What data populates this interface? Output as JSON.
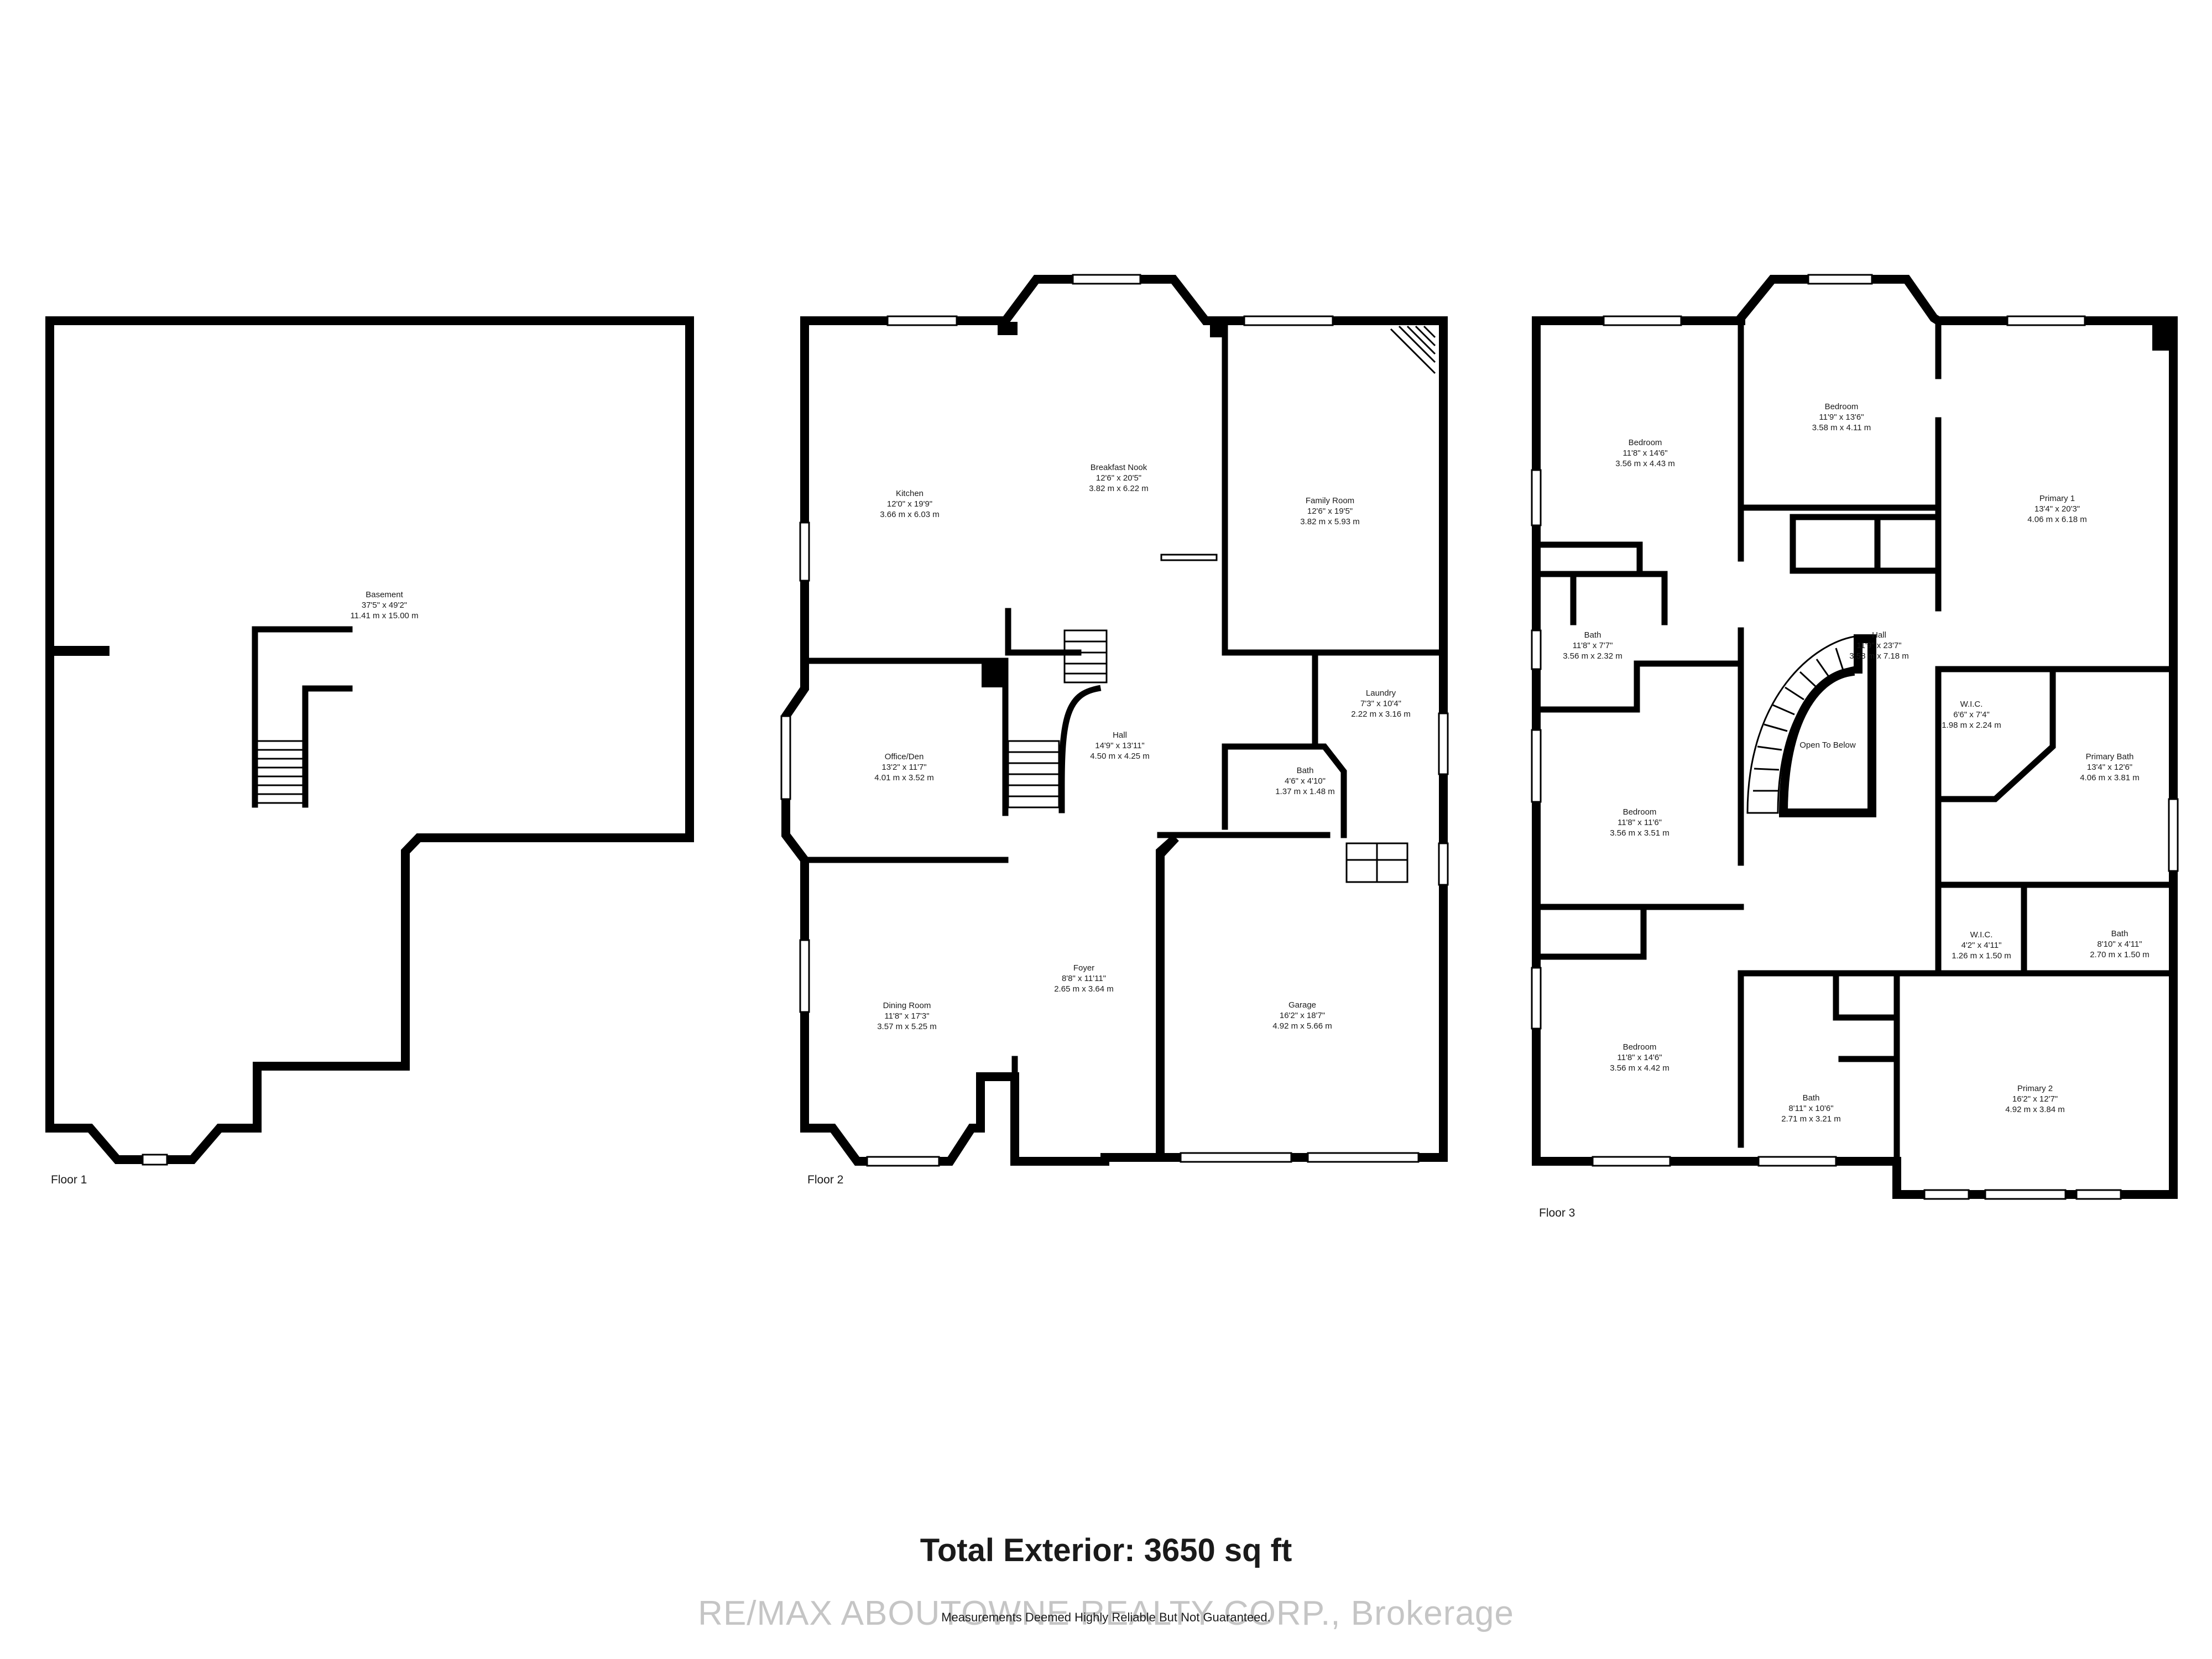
{
  "floors": [
    {
      "id": "floor1",
      "label": "Floor 1"
    },
    {
      "id": "floor2",
      "label": "Floor 2"
    },
    {
      "id": "floor3",
      "label": "Floor 3"
    }
  ],
  "rooms": {
    "basement": {
      "name": "Basement",
      "imperial": "37'5\" x 49'2\"",
      "metric": "11.41 m x 15.00 m"
    },
    "kitchen": {
      "name": "Kitchen",
      "imperial": "12'0\" x 19'9\"",
      "metric": "3.66 m x 6.03 m"
    },
    "breakfast": {
      "name": "Breakfast Nook",
      "imperial": "12'6\" x 20'5\"",
      "metric": "3.82 m x 6.22 m"
    },
    "family": {
      "name": "Family Room",
      "imperial": "12'6\" x 19'5\"",
      "metric": "3.82 m x 5.93 m"
    },
    "office": {
      "name": "Office/Den",
      "imperial": "13'2\" x 11'7\"",
      "metric": "4.01 m x 3.52 m"
    },
    "hall2": {
      "name": "Hall",
      "imperial": "14'9\" x 13'11\"",
      "metric": "4.50 m x 4.25 m"
    },
    "laundry": {
      "name": "Laundry",
      "imperial": "7'3\" x 10'4\"",
      "metric": "2.22 m x 3.16 m"
    },
    "bath2": {
      "name": "Bath",
      "imperial": "4'6\" x 4'10\"",
      "metric": "1.37 m x 1.48 m"
    },
    "dining": {
      "name": "Dining Room",
      "imperial": "11'8\" x 17'3\"",
      "metric": "3.57 m x 5.25 m"
    },
    "foyer": {
      "name": "Foyer",
      "imperial": "8'8\" x 11'11\"",
      "metric": "2.65 m x 3.64 m"
    },
    "garage": {
      "name": "Garage",
      "imperial": "16'2\" x 18'7\"",
      "metric": "4.92 m x 5.66 m"
    },
    "bed_a": {
      "name": "Bedroom",
      "imperial": "11'8\" x 14'6\"",
      "metric": "3.56 m x 4.43 m"
    },
    "bed_b": {
      "name": "Bedroom",
      "imperial": "11'9\" x 13'6\"",
      "metric": "3.58 m x 4.11 m"
    },
    "primary1": {
      "name": "Primary 1",
      "imperial": "13'4\" x 20'3\"",
      "metric": "4.06 m x 6.18 m"
    },
    "bath3a": {
      "name": "Bath",
      "imperial": "11'8\" x 7'7\"",
      "metric": "3.56 m x 2.32 m"
    },
    "hall3": {
      "name": "Hall",
      "imperial": "11'9\" x 23'7\"",
      "metric": "3.58 m x 7.18 m"
    },
    "wic1": {
      "name": "W.I.C.",
      "imperial": "6'6\" x 7'4\"",
      "metric": "1.98 m x 2.24 m"
    },
    "primary_bath": {
      "name": "Primary Bath",
      "imperial": "13'4\" x 12'6\"",
      "metric": "4.06 m x 3.81 m"
    },
    "bed_c": {
      "name": "Bedroom",
      "imperial": "11'8\" x 11'6\"",
      "metric": "3.56 m x 3.51 m"
    },
    "wic2": {
      "name": "W.I.C.",
      "imperial": "4'2\" x 4'11\"",
      "metric": "1.26 m x 1.50 m"
    },
    "bath3b": {
      "name": "Bath",
      "imperial": "8'10\" x 4'11\"",
      "metric": "2.70 m x 1.50 m"
    },
    "bed_d": {
      "name": "Bedroom",
      "imperial": "11'8\" x 14'6\"",
      "metric": "3.56 m x 4.42 m"
    },
    "bath3c": {
      "name": "Bath",
      "imperial": "8'11\" x 10'6\"",
      "metric": "2.71 m x 3.21 m"
    },
    "primary2": {
      "name": "Primary 2",
      "imperial": "16'2\" x 12'7\"",
      "metric": "4.92 m x 3.84 m"
    }
  },
  "open_to_below": "Open To Below",
  "total_exterior": "Total Exterior: 3650 sq ft",
  "disclaimer": "Measurements Deemed Highly Reliable But Not Guaranteed.",
  "watermark": "RE/MAX ABOUTOWNE REALTY CORP., Brokerage"
}
